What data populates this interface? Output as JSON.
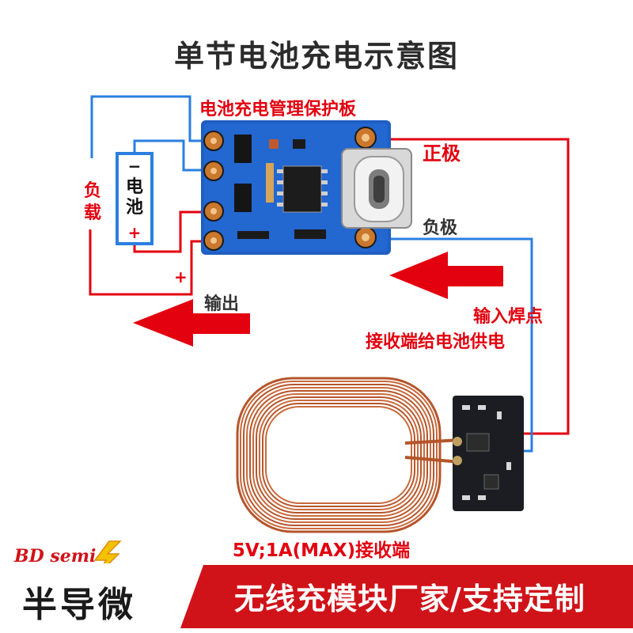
{
  "title": "单节电池充电示意图",
  "pcb_label": "电池充电管理保护板",
  "positive_label": "正极",
  "negative_label": "负极",
  "battery": {
    "minus": "−",
    "text": "电池",
    "plus": "+"
  },
  "load_label": "负载",
  "load_plus": "+",
  "output_label": "输出",
  "input_label_line1": "输入焊点",
  "input_label_line2": "接收端给电池供电",
  "receiver_label": "5V;1A(MAX)接收端",
  "brand": {
    "latin": "BD semi",
    "chinese": "半导微"
  },
  "slogan": "无线充模块厂家/支持定制",
  "colors": {
    "accent_red": "#e3000f",
    "wire_blue": "#2a7fe0",
    "pcb_blue": "#1f5fc4",
    "copper": "#b5552a"
  }
}
